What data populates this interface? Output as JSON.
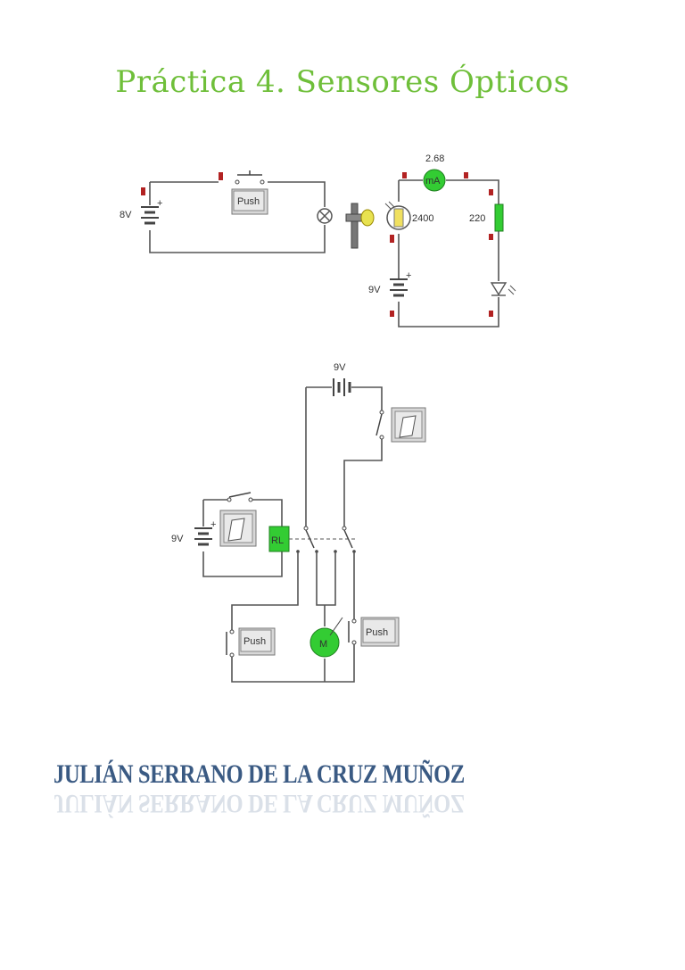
{
  "title": "Práctica 4. Sensores Ópticos",
  "author": "JULIÁN SERRANO DE LA CRUZ MUÑOZ",
  "circuit1": {
    "battery_left": "8V",
    "push_label": "Push",
    "ammeter_value": "2.68",
    "ammeter_unit": "mA",
    "ldr_value": "2400",
    "resistor_value": "220",
    "battery_right": "9V"
  },
  "circuit2": {
    "battery_top": "9V",
    "battery_left": "9V",
    "relay_label": "RL",
    "motor_label": "M",
    "push_left": "Push",
    "push_right": "Push"
  }
}
